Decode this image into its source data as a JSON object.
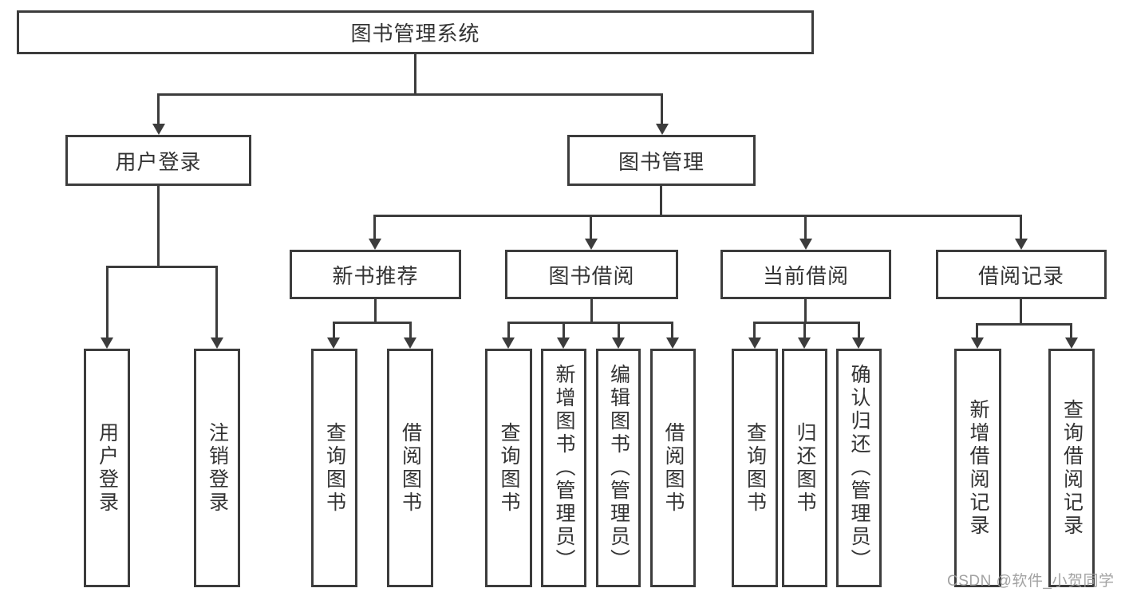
{
  "diagram_type": "hierarchy-tree",
  "watermark": "CSDN @软件_小贺同学",
  "colors": {
    "background": "#ffffff",
    "line": "#3c3c3c",
    "box_border": "#3c3c3c",
    "text": "#333333",
    "watermark": "#9a9a9a"
  },
  "tree": {
    "root": {
      "label": "图书管理系统"
    },
    "children": [
      {
        "label": "用户登录",
        "children": [
          {
            "label": "用户登录"
          },
          {
            "label": "注销登录"
          }
        ]
      },
      {
        "label": "图书管理",
        "children": [
          {
            "label": "新书推荐",
            "children": [
              {
                "label": "查询图书"
              },
              {
                "label": "借阅图书"
              }
            ]
          },
          {
            "label": "图书借阅",
            "children": [
              {
                "label": "查询图书"
              },
              {
                "label": "新增图书（管理员）"
              },
              {
                "label": "编辑图书（管理员）"
              },
              {
                "label": "借阅图书"
              }
            ]
          },
          {
            "label": "当前借阅",
            "children": [
              {
                "label": "查询图书"
              },
              {
                "label": "归还图书"
              },
              {
                "label": "确认归还（管理员）"
              }
            ]
          },
          {
            "label": "借阅记录",
            "children": [
              {
                "label": "新增借阅记录"
              },
              {
                "label": "查询借阅记录"
              }
            ]
          }
        ]
      }
    ]
  }
}
